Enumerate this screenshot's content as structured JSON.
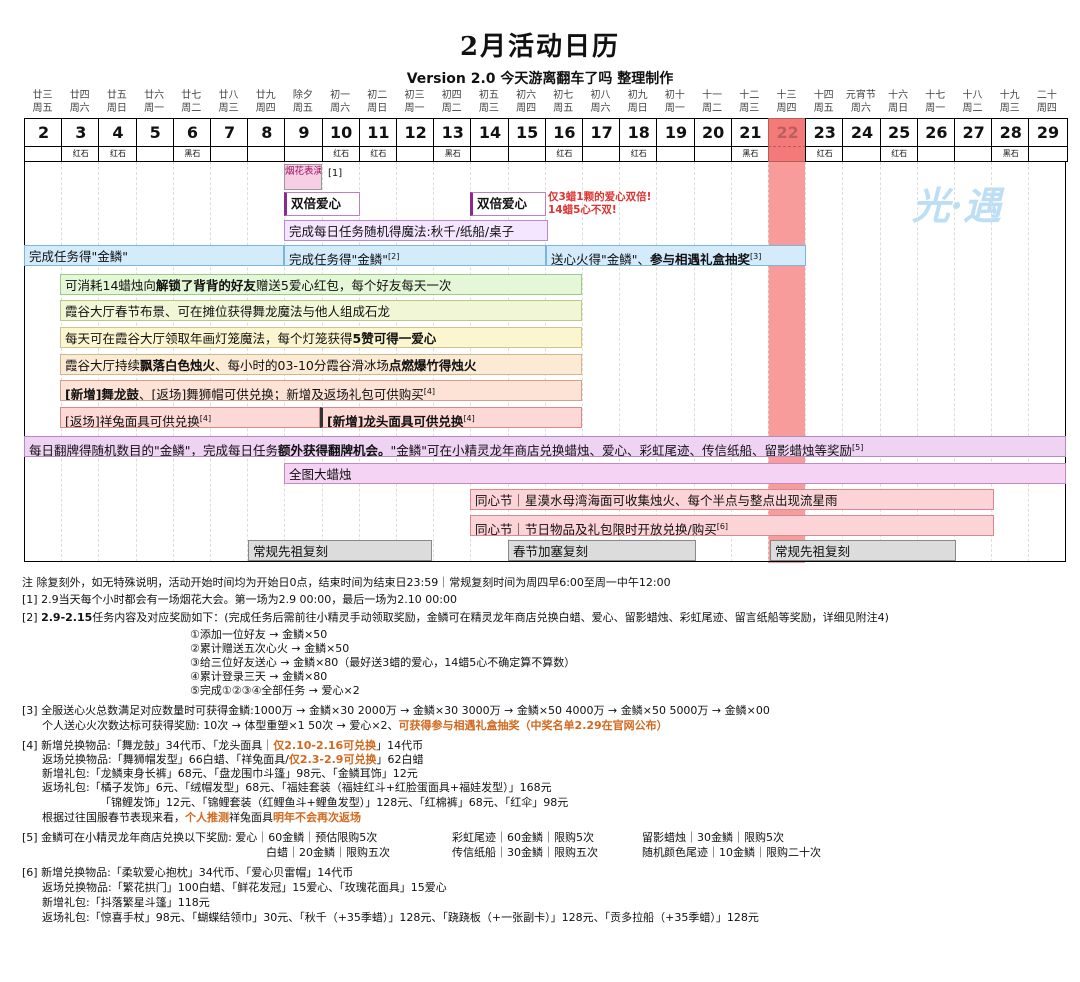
{
  "title": "2月活动日历",
  "subtitle": "Version 2.0   今天游离翻车了吗 整理制作",
  "logo": "光·遇",
  "calendar": {
    "lunar": [
      "廿三",
      "廿四",
      "廿五",
      "廿六",
      "廿七",
      "廿八",
      "廿九",
      "除夕",
      "初一",
      "初二",
      "初三",
      "初四",
      "初五",
      "初六",
      "初七",
      "初八",
      "初九",
      "初十",
      "十一",
      "十二",
      "十三",
      "十四",
      "元宵节",
      "十六",
      "十七",
      "十八",
      "十九",
      "二十"
    ],
    "weekday": [
      "周五",
      "周六",
      "周日",
      "周一",
      "周二",
      "周三",
      "周四",
      "周五",
      "周六",
      "周日",
      "周一",
      "周二",
      "周三",
      "周四",
      "周五",
      "周六",
      "周日",
      "周一",
      "周二",
      "周三",
      "周四",
      "周五",
      "周六",
      "周日",
      "周一",
      "周二",
      "周三",
      "周四"
    ],
    "dates": [
      "2",
      "3",
      "4",
      "5",
      "6",
      "7",
      "8",
      "9",
      "10",
      "11",
      "12",
      "13",
      "14",
      "15",
      "16",
      "17",
      "18",
      "19",
      "20",
      "21",
      "22",
      "23",
      "24",
      "25",
      "26",
      "27",
      "28",
      "29"
    ],
    "stones": [
      "",
      "红石",
      "红石",
      "",
      "黑石",
      "",
      "",
      "",
      "红石",
      "红石",
      "",
      "黑石",
      "",
      "",
      "红石",
      "",
      "红石",
      "",
      "",
      "黑石",
      "",
      "红石",
      "",
      "红石",
      "",
      "",
      "黑石",
      ""
    ],
    "highlight_color": "#f47a7a"
  },
  "events": {
    "fireworks": "烟花表演",
    "fireworks_ref": "[1]",
    "double_love_1": "双倍爱心",
    "double_love_2": "双倍爱心",
    "double_note_1": "仅3蜡1颗的爱心双倍!",
    "double_note_2": "14蜡5心不双!",
    "daily_magic": "完成每日任务随机得魔法:秋千/纸船/桌子",
    "gold_1": "完成任务得\"金鳞\"",
    "gold_2": "完成任务得\"金鳞\"",
    "gold_2_ref": "[2]",
    "gold_3a": "送心火得\"金鳞\"、",
    "gold_3b": "参与相遇礼盒抽奖",
    "gold_3_ref": "[3]",
    "row1a": "可消耗14蜡烛向",
    "row1b": "解锁了背背的好友",
    "row1c": "赠送5爱心红包，每个好友每天一次",
    "row2": "霞谷大厅春节布景、可在摊位获得舞龙魔法与他人组成石龙",
    "row3a": "每天可在霞谷大厅领取年画灯笼魔法，每个灯笼获得",
    "row3b": "5赞可得一爱心",
    "row4a": "霞谷大厅持续",
    "row4b": "飘落白色烛火",
    "row4c": "、每小时的03-10分霞谷滑冰场",
    "row4d": "点燃爆竹得烛火",
    "row5a": "[新增]舞龙鼓",
    "row5b": "、[返场]舞狮帽可供兑换；新增及返场礼包可供购买",
    "row5_ref": "[4]",
    "row6a": "[返场]祥兔面具可供兑换",
    "row6_ref": "[4]",
    "row6b": "[新增]龙头面具可供兑换",
    "row6b_ref": "[4]",
    "row7a": "每日翻牌得随机数目的\"金鳞\"，完成每日任务",
    "row7b": "额外获得翻牌机会。",
    "row7c": "\"金鳞\"可在小精灵龙年商店兑换蜡烛、爱心、彩虹尾迹、传信纸船、留影蜡烛等奖励",
    "row7_ref": "[5]",
    "row8": "全图大蜡烛",
    "row9": "同心节｜星漠水母湾海面可收集烛火、每个半点与整点出现流星雨",
    "row10": "同心节｜节日物品及礼包限时开放兑换/购买",
    "row10_ref": "[6]",
    "spirit_1": "常规先祖复刻",
    "spirit_2": "春节加塞复刻",
    "spirit_3": "常规先祖复刻"
  },
  "notes": {
    "n0": "注  除复刻外，如无特殊说明，活动开始时间均为开始日0点，结束时间为结束日23:59｜常规复刻时间为周四早6:00至周一中午12:00",
    "n1": "[1] 2.9当天每个小时都会有一场烟花大会。第一场为2.9 00:00，最后一场为2.10 00:00",
    "n2a": "[2] ",
    "n2b": "2.9-2.15",
    "n2c": "任务内容及对应奖励如下：(完成任务后需前往小精灵手动领取奖励，金鳞可在精灵龙年商店兑换白蜡、爱心、留影蜡烛、彩虹尾迹、留言纸船等奖励，详细见附注4)",
    "n2_1": "①添加一位好友 → 金鳞×50",
    "n2_2": "②累计赠送五次心火 → 金鳞×50",
    "n2_3": "③给三位好友送心 → 金鳞×80（最好送3蜡的爱心，14蜡5心不确定算不算数）",
    "n2_4": "④累计登录三天  →  金鳞×80",
    "n2_5": "⑤完成①②③④全部任务 → 爱心×2",
    "n3a": "[3] 全服送心火总数满足对应数量时可获得金鳞:1000万 → 金鳞×30    2000万 → 金鳞×30    3000万 → 金鳞×50    4000万 → 金鳞×50    5000万 → 金鳞×00",
    "n3b": "个人送心火次数达标可获得奖励:  10次 → 体型重塑×1      50次 → 爱心×2、",
    "n3c": "可获得参与相遇礼盒抽奖（中奖名单2.29在官网公布）",
    "n4a": "[4] 新增兑换物品:「舞龙鼓」34代币、「龙头面具｜",
    "n4b": "仅2.10-2.16可兑换",
    "n4c": "」14代币",
    "n4d": "返场兑换物品:「舞狮帽发型」66白蜡、「祥兔面具/",
    "n4e": "仅2.3-2.9可兑换",
    "n4f": "」62白蜡",
    "n4g": "新增礼包:「龙鳞束身长裤」68元、「盘龙围巾斗篷」98元、「金鳞耳饰」12元",
    "n4h": "返场礼包:「橘子发饰」6元、「绒帽发型」68元、「福娃套装（福娃红斗+红脸蛋面具+福娃发型）」168元",
    "n4i": "「锦鲤发饰」12元、「锦鲤套装（红鲤鱼斗+鲤鱼发型）」128元、「红棉裤」68元、「红伞」98元",
    "n4j": "根据过往国服春节表现来看，",
    "n4k": "个人推测",
    "n4l": "祥兔面具",
    "n4m": "明年不会再次返场",
    "n5a": "[5] 金鳞可在小精灵龙年商店兑换以下奖励: 爱心｜60金鳞｜预估限购5次",
    "n5b": "彩虹尾迹｜60金鳞｜限购5次",
    "n5c": "留影蜡烛｜30金鳞｜限购5次",
    "n5d": "白蜡｜20金鳞｜限购五次",
    "n5e": "传信纸船｜30金鳞｜限购五次",
    "n5f": "随机颜色尾迹｜10金鳞｜限购二十次",
    "n6a": "[6] 新增兑换物品:「柔软爱心抱枕」34代币、「爱心贝雷帽」14代币",
    "n6b": "返场兑换物品:「繁花拱门」100白蜡、「鲜花发冠」15爱心、「玫瑰花面具」15爱心",
    "n6c": "新增礼包:「抖落繁星斗篷」118元",
    "n6d": "返场礼包:「惊喜手杖」98元、「蝴蝶结领巾」30元、「秋千（+35季蜡）」128元、「跷跷板（+一张副卡）」128元、「贡多拉船（+35季蜡）」128元"
  }
}
